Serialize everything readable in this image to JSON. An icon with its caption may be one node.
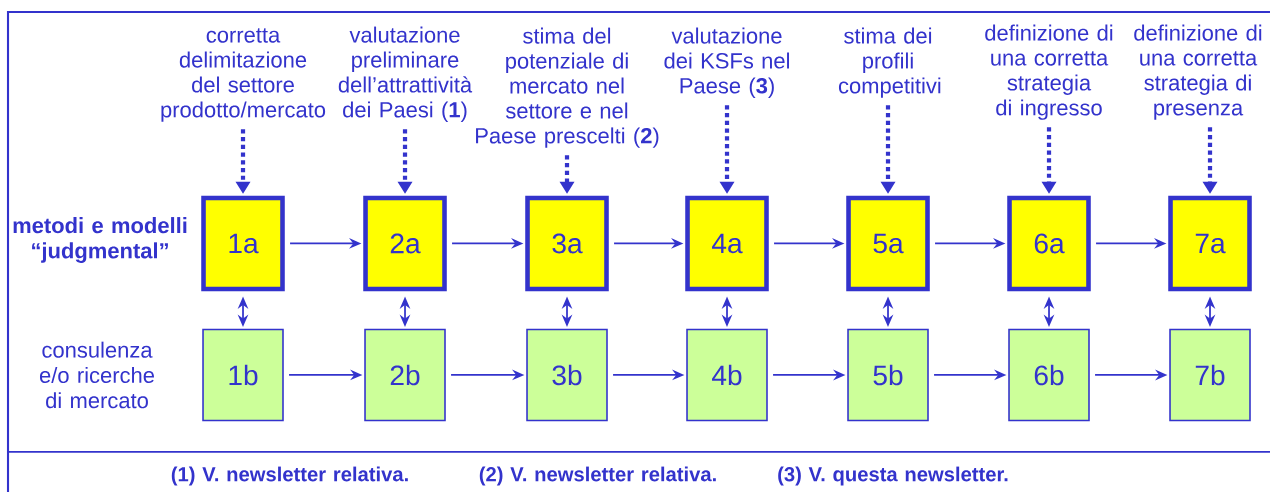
{
  "diagram": {
    "nodes": [
      {
        "text": [
          "corretta delimitazione del settore prodotto/mercato"
        ]
      },
      {
        "text": [
          "valutazione preliminare dell’attrattività dei Paesi (**1**)"
        ]
      },
      {
        "text": [
          "stima del potenziale di mercato nel settore e nel Paese prescelti (**2**)"
        ]
      },
      {
        "text": [
          "valutazione dei KSFs nel Paese (**3**)"
        ]
      },
      {
        "text": [
          "stima dei profili competitivi"
        ]
      },
      {
        "text": [
          "definizione di una corretta strategia di ingresso"
        ]
      },
      {
        "text": [
          "definizione di una corretta strategia di presenza"
        ]
      },
      {
        "text": [
          "1a"
        ]
      },
      {
        "text": [
          "2a"
        ]
      },
      {
        "text": [
          "3a"
        ]
      },
      {
        "text": [
          "4a"
        ]
      },
      {
        "text": [
          "5a"
        ]
      },
      {
        "text": [
          "6a"
        ]
      },
      {
        "text": [
          "7a"
        ]
      },
      {
        "text": [
          "1b"
        ]
      },
      {
        "text": [
          "2b"
        ]
      },
      {
        "text": [
          "3b"
        ]
      },
      {
        "text": [
          "4b"
        ]
      },
      {
        "text": [
          "5b"
        ]
      },
      {
        "text": [
          "6b"
        ]
      },
      {
        "text": [
          "7b"
        ]
      }
    ],
    "edges": [
      {
        "from": 0,
        "to": 7,
        "arrow": "to",
        "style": "dashed"
      },
      {
        "from": 1,
        "to": 8,
        "arrow": "to",
        "style": "dashed"
      },
      {
        "from": 2,
        "to": 9,
        "arrow": "to",
        "style": "dashed"
      },
      {
        "from": 3,
        "to": 10,
        "arrow": "to",
        "style": "dashed"
      },
      {
        "from": 4,
        "to": 11,
        "arrow": "to",
        "style": "dashed"
      },
      {
        "from": 5,
        "to": 12,
        "arrow": "to",
        "style": "dashed"
      },
      {
        "from": 6,
        "to": 13,
        "arrow": "to",
        "style": "dashed"
      },
      {
        "from": 7,
        "to": 8,
        "arrow": "to"
      },
      {
        "from": 8,
        "to": 9,
        "arrow": "to"
      },
      {
        "from": 9,
        "to": 10,
        "arrow": "to"
      },
      {
        "from": 10,
        "to": 11,
        "arrow": "to"
      },
      {
        "from": 11,
        "to": 12,
        "arrow": "to"
      },
      {
        "from": 12,
        "to": 13,
        "arrow": "to"
      },
      {
        "from": 14,
        "to": 15,
        "arrow": "to"
      },
      {
        "from": 15,
        "to": 16,
        "arrow": "to"
      },
      {
        "from": 16,
        "to": 17,
        "arrow": "to"
      },
      {
        "from": 17,
        "to": 18,
        "arrow": "to"
      },
      {
        "from": 18,
        "to": 19,
        "arrow": "to"
      },
      {
        "from": 19,
        "to": 20,
        "arrow": "to"
      },
      {
        "from": 7,
        "to": 14,
        "arrow": "both"
      },
      {
        "from": 8,
        "to": 15,
        "arrow": "both"
      },
      {
        "from": 9,
        "to": 16,
        "arrow": "both"
      },
      {
        "from": 10,
        "to": 17,
        "arrow": "both"
      },
      {
        "from": 11,
        "to": 18,
        "arrow": "both"
      },
      {
        "from": 12,
        "to": 19,
        "arrow": "both"
      },
      {
        "from": 13,
        "to": 20,
        "arrow": "both"
      }
    ],
    "labels": [
      "metodi e modelli “judgmental”",
      "consulenza e/o ricerche di mercato",
      "(1) V. newsletter relativa.",
      "(2) V. newsletter relativa.",
      "(3) V. questa newsletter."
    ]
  }
}
